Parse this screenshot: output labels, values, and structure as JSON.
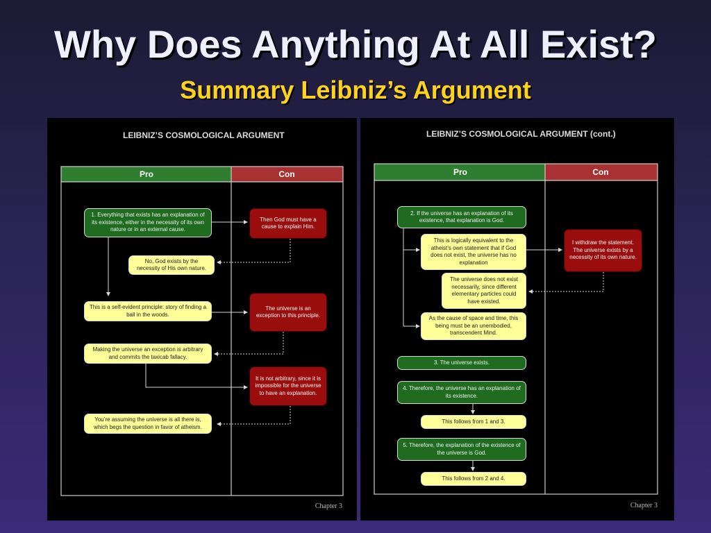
{
  "slide": {
    "title": "Why Does Anything At All Exist?",
    "subtitle": "Summary Leibniz’s Argument"
  },
  "colors": {
    "pro_header": "#2f7d2f",
    "con_header": "#a83232",
    "pro_box": "#1f6b1f",
    "con_box": "#9a0d0d",
    "response_box": "#ffff9a"
  },
  "left_panel": {
    "title": "LEIBNIZ’S COSMOLOGICAL ARGUMENT",
    "pro_label": "Pro",
    "con_label": "Con",
    "footer": "Chapter 3",
    "boxes": {
      "p1": "1. Everything that exists has an explanation of its existence, either in the necessity of its own nature or in an external cause.",
      "c1": "Then God must have a cause to explain Him.",
      "r1": "No, God exists by the necessity of His own nature.",
      "p2": "This is a self-evident principle: story of finding a ball in the woods.",
      "c2": "The universe is an exception to this principle.",
      "r2": "Making the universe an exception is arbitrary and commits the taxicab fallacy.",
      "c3": "It is not arbitrary, since it is impossible for the universe to have an explanation.",
      "r3": "You’re assuming the universe is all there is, which begs the question in favor of atheism."
    }
  },
  "right_panel": {
    "title": "LEIBNIZ’S COSMOLOGICAL ARGUMENT (cont.)",
    "pro_label": "Pro",
    "con_label": "Con",
    "footer": "Chapter 3",
    "boxes": {
      "p2": "2. If the universe has an explanation of its existence, that explanation is God.",
      "s1": "This is logically equivalent to the atheist’s own statement that if God does not exist, the universe has no explanation",
      "c1": "I withdraw the statement. The universe exists by a necessity of its own nature.",
      "s2": "The universe does not exist necessarily, since different elementary particles could have existed.",
      "s3": "As the cause of space and time, this being must be an unembodied, transcendent Mind.",
      "p3": "3. The universe exists.",
      "p4": "4. Therefore, the universe has an explanation of its existence.",
      "s4": "This follows from 1 and 3.",
      "p5": "5. Therefore, the explanation of the existence of the universe is God.",
      "s5": "This follows from 2 and 4."
    }
  }
}
